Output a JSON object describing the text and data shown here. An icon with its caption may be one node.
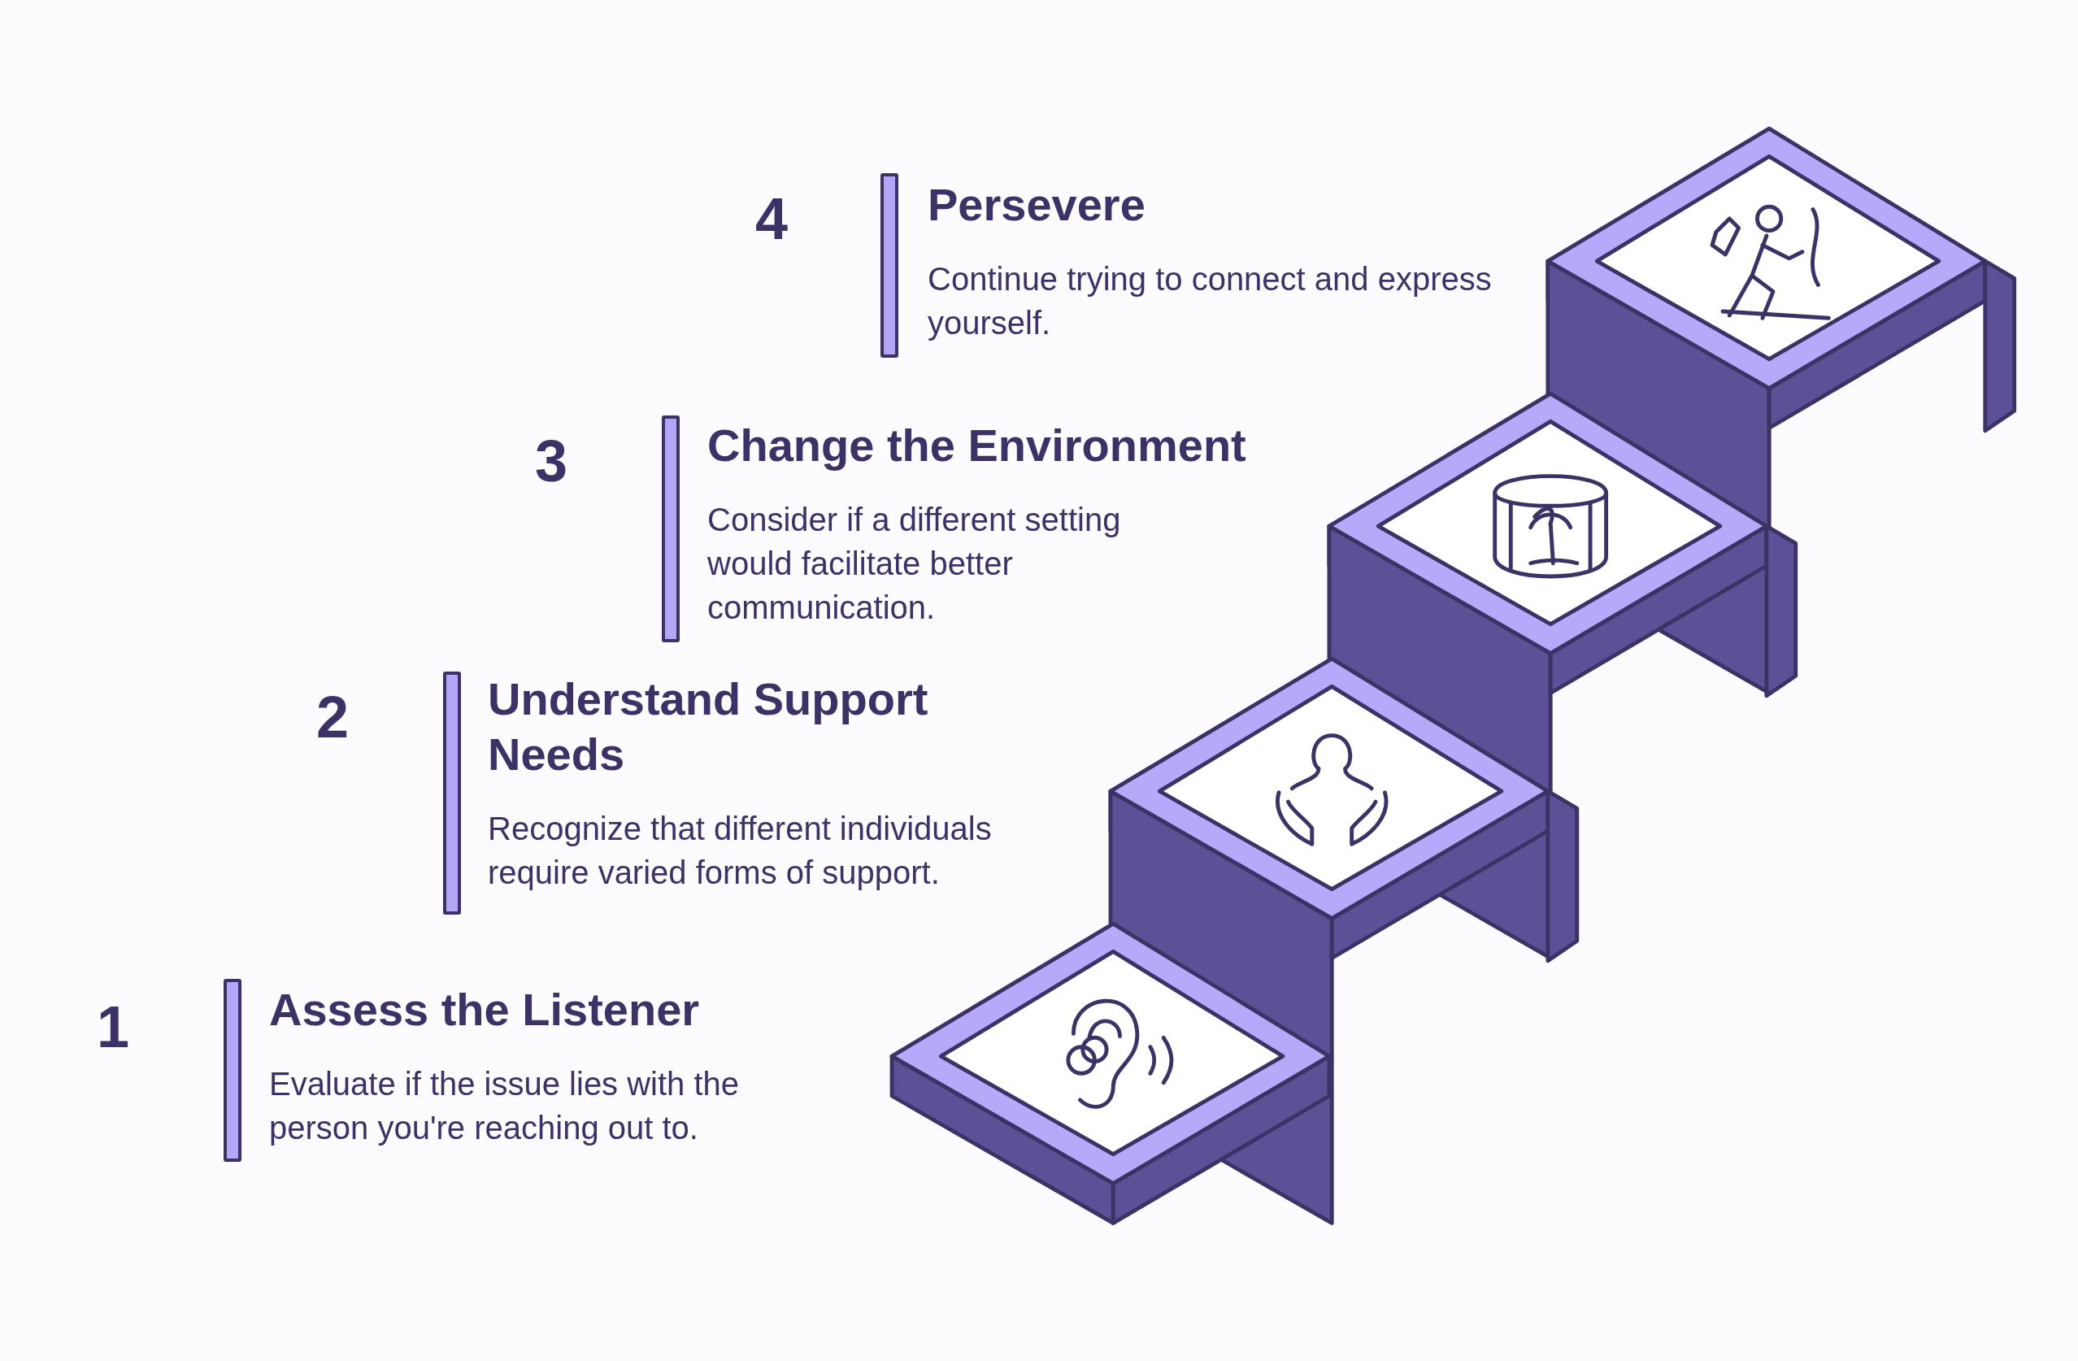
{
  "diagram": {
    "nodes": [
      {
        "text": [
          "Persevere",
          "Continue trying to connect and express yourself."
        ],
        "beside": [
          "4"
        ]
      },
      {
        "text": [
          "Change the Environment",
          "Consider if a different setting would facilitate better communication."
        ],
        "beside": [
          "3"
        ]
      },
      {
        "text": [
          "Understand Support Needs",
          "Recognize that different individuals require varied forms of support."
        ],
        "beside": [
          "2"
        ]
      },
      {
        "text": [
          "Assess the Listener",
          "Evaluate if the issue lies with the person you're reaching out to."
        ],
        "beside": [
          "1"
        ]
      }
    ]
  }
}
